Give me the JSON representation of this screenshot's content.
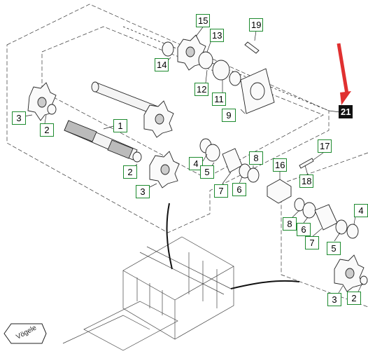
{
  "brand": {
    "logo_text": "Vögele",
    "accent": "#1d8a2e",
    "highlight": "#e03030"
  },
  "callouts": {
    "c1": "1",
    "c2a": "2",
    "c2b": "2",
    "c2c": "2",
    "c3a": "3",
    "c3b": "3",
    "c3c": "3",
    "c4a": "4",
    "c4b": "4",
    "c5a": "5",
    "c5b": "5",
    "c6a": "6",
    "c6b": "6",
    "c7a": "7",
    "c7b": "7",
    "c8a": "8",
    "c8b": "8",
    "c9": "9",
    "c11": "11",
    "c12": "12",
    "c13": "13",
    "c14": "14",
    "c15": "15",
    "c16": "16",
    "c17": "17",
    "c18": "18",
    "c19": "19",
    "c21": "21"
  }
}
